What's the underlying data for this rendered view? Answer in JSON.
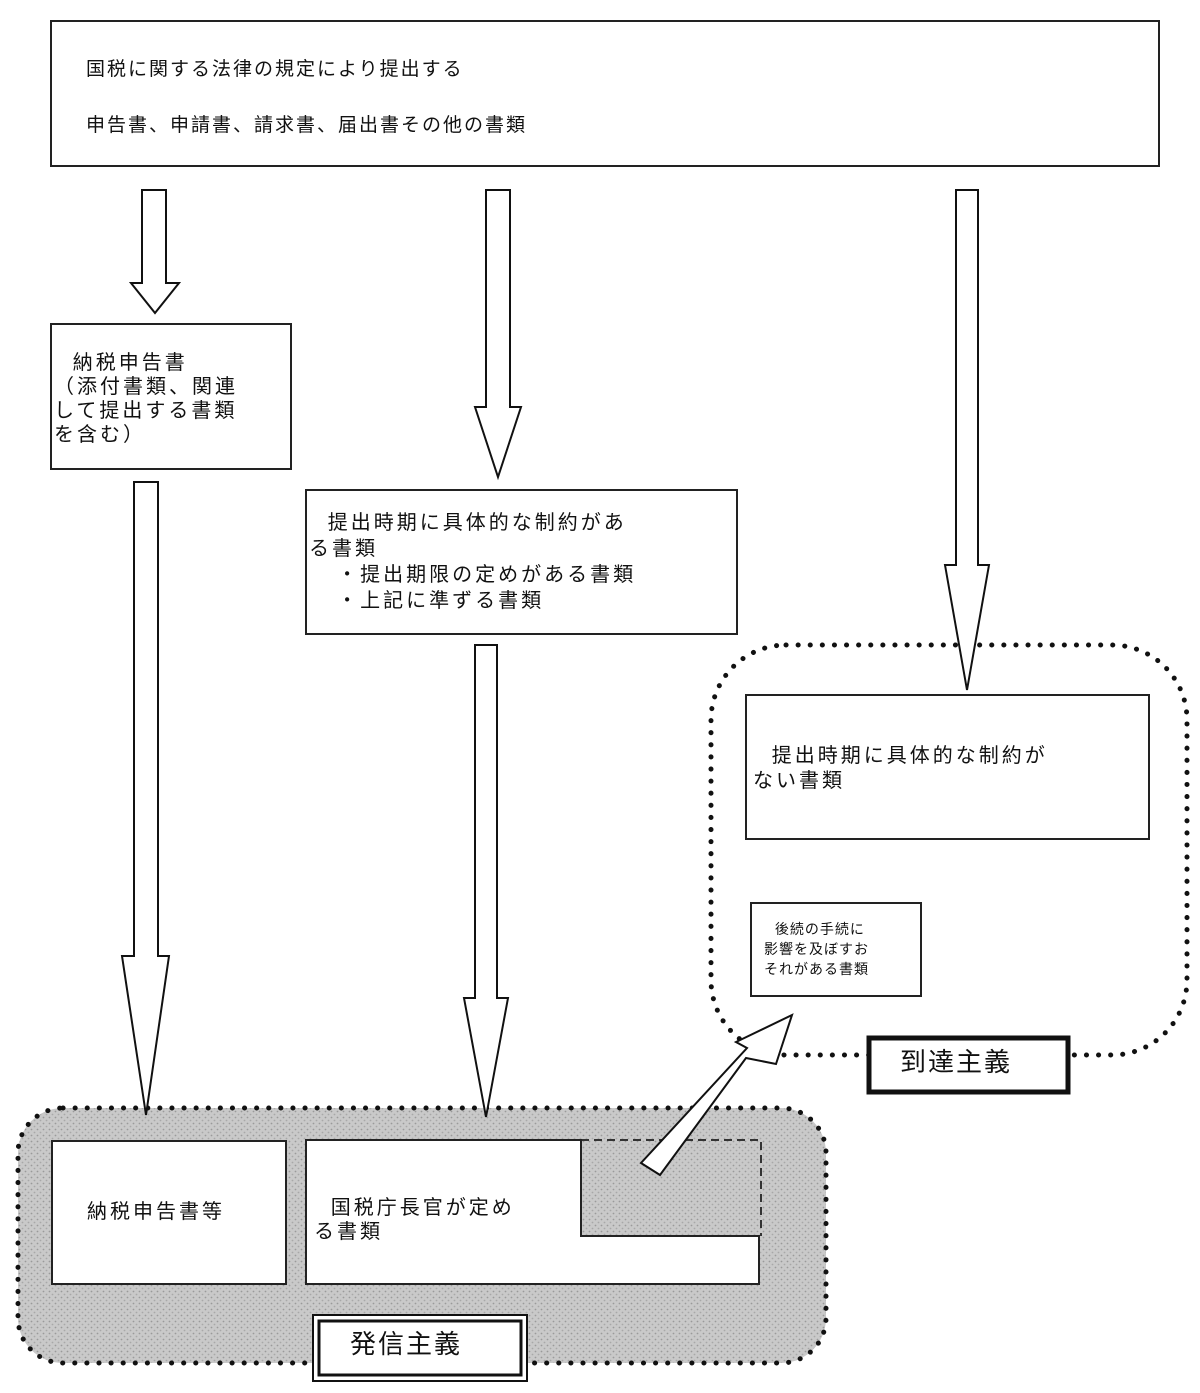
{
  "diagram": {
    "title_box": {
      "line1": "国税に関する法律の規定により提出する",
      "line2": "申告書、申請書、請求書、届出書その他の書類"
    },
    "tax_return_box": {
      "line1": "  納税申告書",
      "line2": "（添付書類、関連",
      "line3": "して提出する書類",
      "line4": "を含む）"
    },
    "deadline_box": {
      "line1": "  提出時期に具体的な制約があ",
      "line2": "る書類",
      "line3": "   ・提出期限の定めがある書類",
      "line4": "   ・上記に準ずる書類"
    },
    "no_deadline_box": {
      "line1": "  提出時期に具体的な制約が",
      "line2": "ない書類"
    },
    "subsequent_box": {
      "line1": "  後続の手続に",
      "line2": "影響を及ぼすお",
      "line3": "それがある書類"
    },
    "tax_return_etc_box": {
      "text": "納税申告書等"
    },
    "commissioner_box": {
      "line1": "  国税庁長官が定め",
      "line2": "る書類"
    },
    "dispatch_principle_label": "発信主義",
    "arrival_principle_label": "到達主義",
    "colors": {
      "line": "#111111",
      "shade": "#c8c8c8",
      "shade_dot": "#9a9a9a",
      "background": "#ffffff"
    }
  }
}
